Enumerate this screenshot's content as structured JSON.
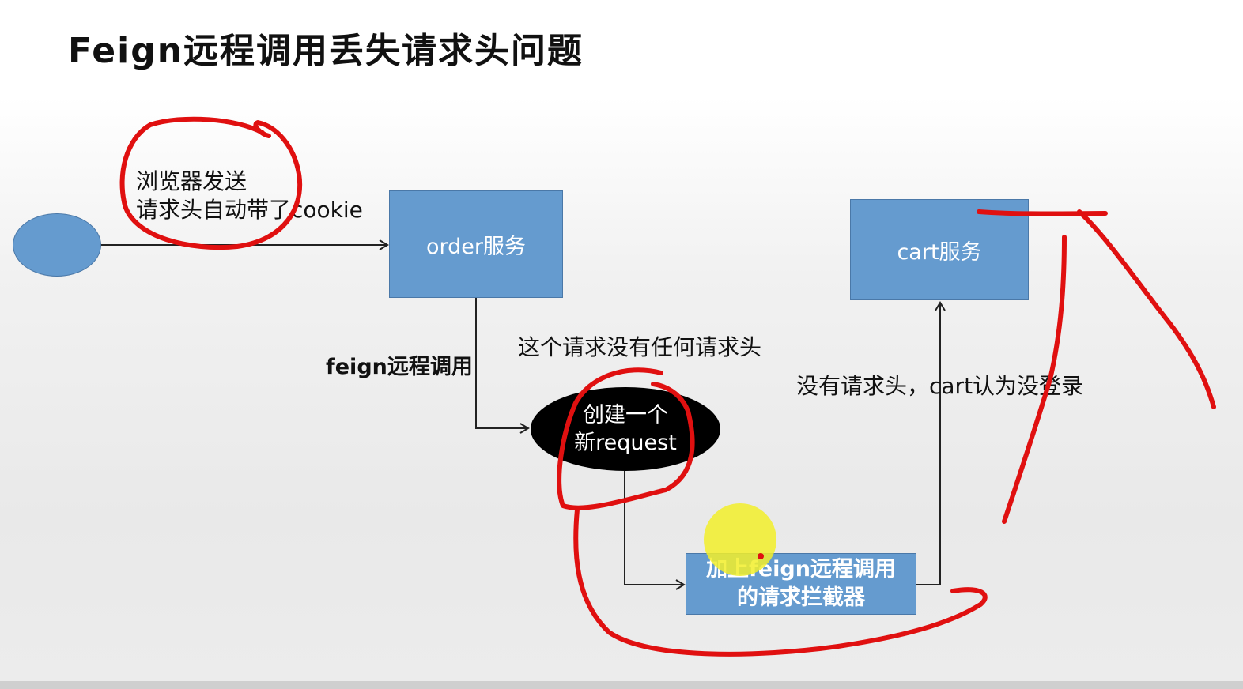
{
  "slide": {
    "title": "Feign远程调用丢失请求头问题"
  },
  "nodes": {
    "order_service": "order服务",
    "cart_service": "cart服务",
    "new_request_line1": "创建一个",
    "new_request_line2": "新request",
    "interceptor_line1": "加上feign远程调用",
    "interceptor_line2": "的请求拦截器"
  },
  "labels": {
    "browser_line1": "浏览器发送",
    "browser_line2": "请求头自动带了cookie",
    "feign_call": "feign远程调用",
    "no_header": "这个请求没有任何请求头",
    "cart_not_logged_in": "没有请求头，cart认为没登录"
  },
  "colors": {
    "box_fill": "#659bcf",
    "annotation_red": "#e01010",
    "pointer_yellow": "#f2ee2a",
    "arrow": "#222222"
  }
}
